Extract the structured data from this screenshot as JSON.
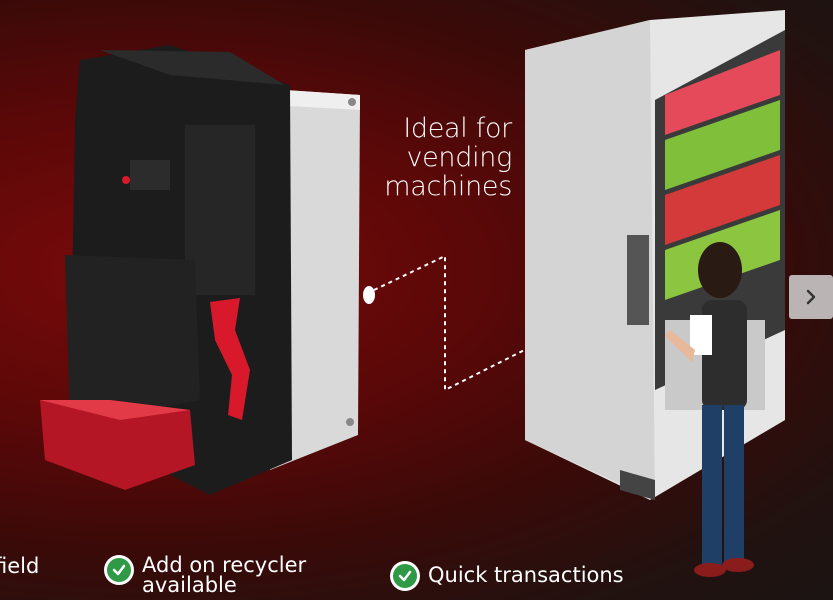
{
  "callout": {
    "lines": [
      "Ideal for",
      "vending",
      "machines"
    ]
  },
  "features": [
    {
      "label": "field",
      "icon": "check-circle-icon"
    },
    {
      "label_line1": "Add on recycler",
      "label_line2": "available",
      "icon": "check-circle-icon"
    },
    {
      "label": "Quick transactions",
      "icon": "check-circle-icon"
    }
  ],
  "navigation": {
    "next_icon": "chevron-right-icon"
  },
  "colors": {
    "accent_red": "#d7192b",
    "check_green": "#2f9a45",
    "background": "#5a0808"
  }
}
